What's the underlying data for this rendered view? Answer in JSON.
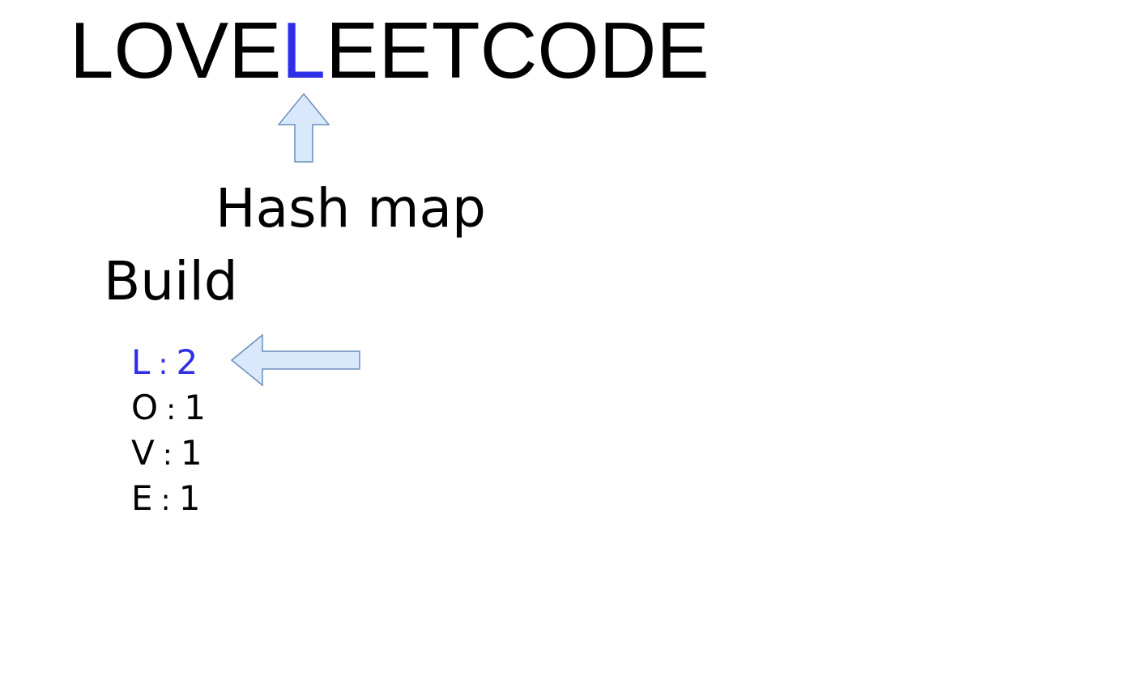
{
  "word": {
    "prefix": "LOVE",
    "highlight": "L",
    "suffix": "EETCODE"
  },
  "labels": {
    "hash_map": "Hash map",
    "build": "Build"
  },
  "hash_map_entries": [
    {
      "key": "L",
      "sep": ":",
      "count": "2",
      "active": true
    },
    {
      "key": "O",
      "sep": ":",
      "count": "1",
      "active": false
    },
    {
      "key": "V",
      "sep": ":",
      "count": "1",
      "active": false
    },
    {
      "key": "E",
      "sep": ":",
      "count": "1",
      "active": false
    }
  ],
  "colors": {
    "highlight": "#2f2fe8",
    "arrow_fill": "#dae8fc",
    "arrow_stroke": "#6c8ebf",
    "text": "#000000"
  },
  "icons": {
    "up_arrow": "up-arrow-icon",
    "left_arrow": "left-arrow-icon"
  }
}
